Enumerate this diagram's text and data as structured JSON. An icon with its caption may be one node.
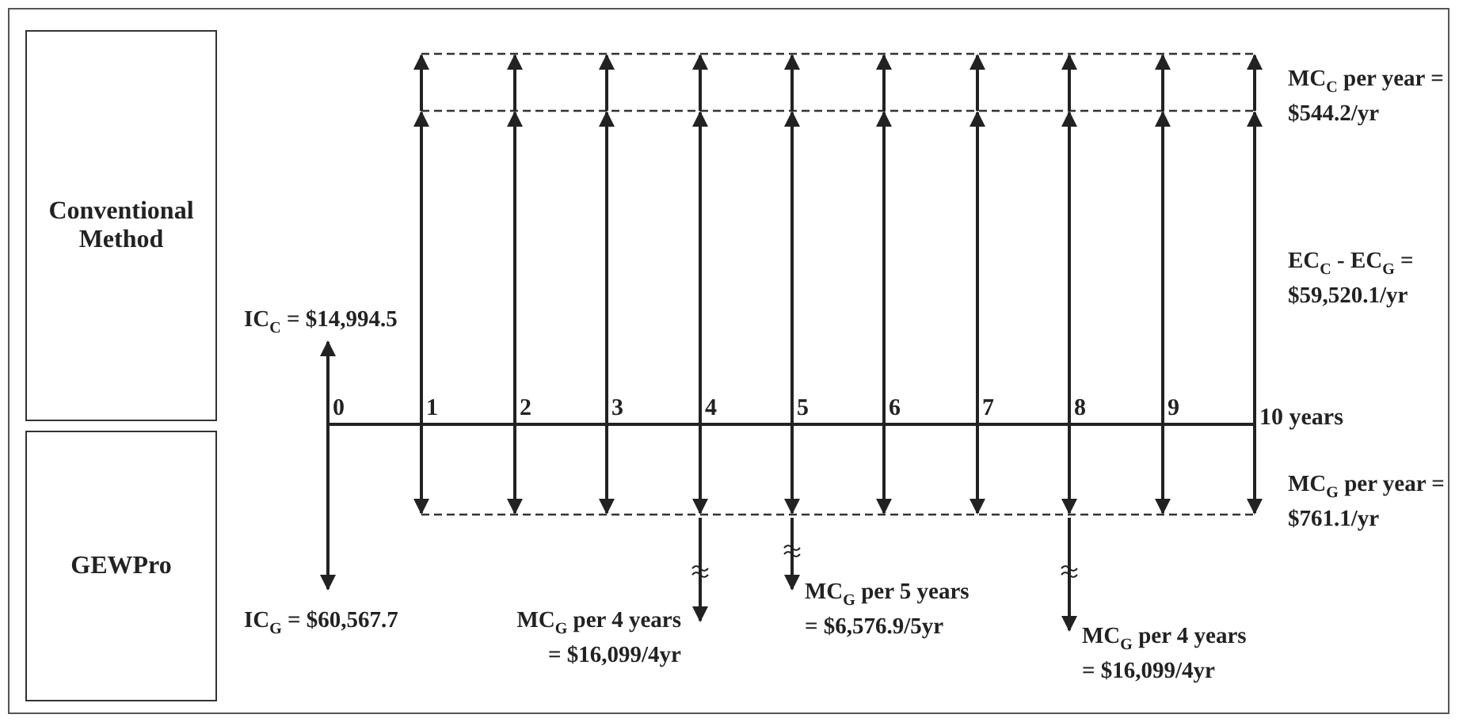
{
  "diagram": {
    "nodes": [
      {
        "text": [
          "Conventional Method"
        ]
      },
      {
        "text": [
          "GEWPro"
        ]
      }
    ],
    "labels": [
      "MC$_{C}$ per year = $544.2/yr",
      "EC$_{C}$ - EC$_{G}$ = $59,520.1/yr",
      "IC$_{C}$ = $14,994.5",
      "0",
      "1",
      "2",
      "3",
      "4",
      "5",
      "6",
      "7",
      "8",
      "9",
      "10 years",
      "MC$_{G}$ per year = $761.1/yr",
      "MC$_{G}$ per 5 years = $6,576.9/5yr",
      "IC$_{G}$ = $60,567.7",
      "MC$_{G}$ per 4 years = $16,099/4yr",
      "MC$_{G}$ per 4 years = $16,099/4yr"
    ]
  }
}
